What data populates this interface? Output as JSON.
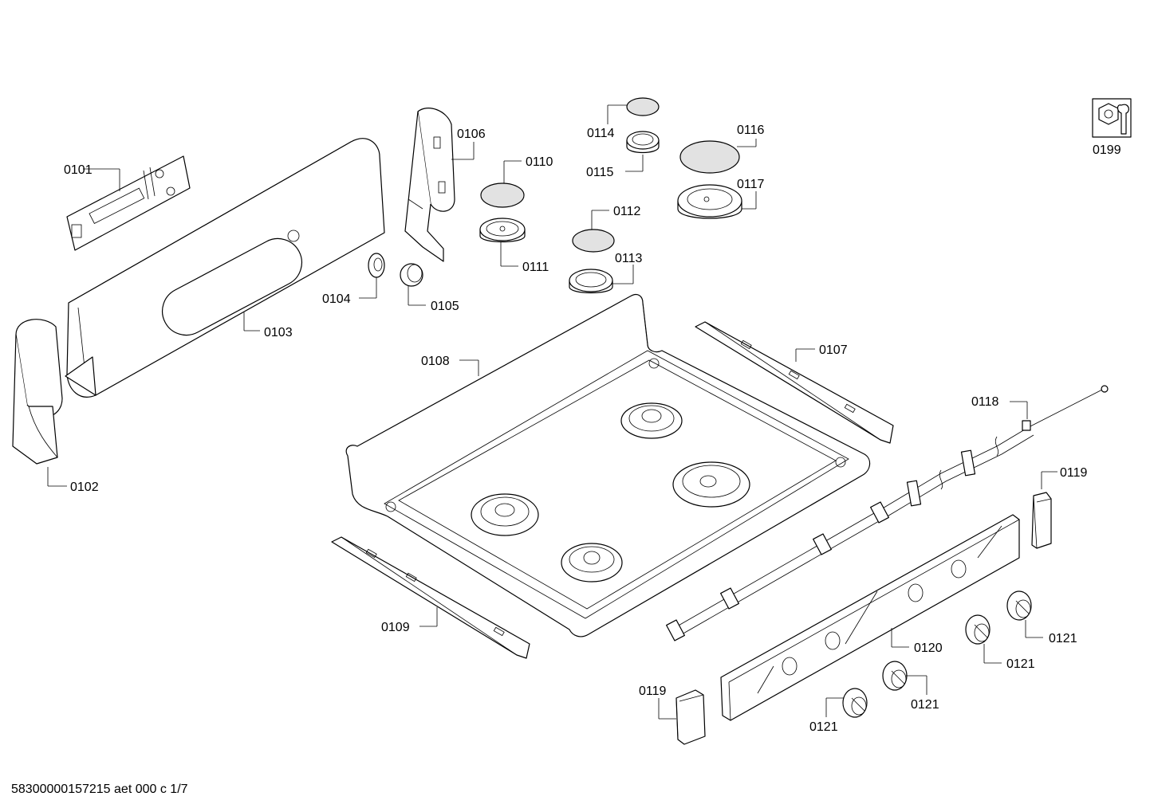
{
  "footer": {
    "document_code": "58300000157215 aet 000 c 1/7"
  },
  "callouts": {
    "c0101": "0101",
    "c0102": "0102",
    "c0103": "0103",
    "c0104": "0104",
    "c0105": "0105",
    "c0106": "0106",
    "c0107": "0107",
    "c0108": "0108",
    "c0109": "0109",
    "c0110": "0110",
    "c0111": "0111",
    "c0112": "0112",
    "c0113": "0113",
    "c0114": "0114",
    "c0115": "0115",
    "c0116": "0116",
    "c0117": "0117",
    "c0118": "0118",
    "c0119a": "0119",
    "c0119b": "0119",
    "c0120": "0120",
    "c0121a": "0121",
    "c0121b": "0121",
    "c0121c": "0121",
    "c0121d": "0121",
    "c0199": "0199"
  },
  "icons": {
    "service_tools": "wrench-nut-icon"
  },
  "colors": {
    "line": "#000000",
    "background": "#ffffff"
  }
}
